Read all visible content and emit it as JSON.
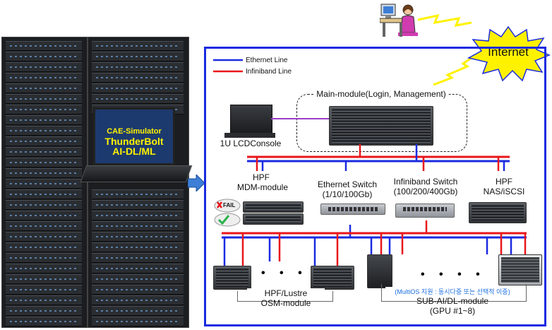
{
  "rack_screen": {
    "line1": "CAE-Simulator",
    "line2": "ThunderBolt",
    "line3": "AI-DL/ML"
  },
  "internet_label": "Internet",
  "legend": {
    "ethernet": "Ethernet Line",
    "infiniband": "Infiniband Line"
  },
  "nodes": {
    "main_module": "Main-module(Login, Management)",
    "lcd_console": "1U LCDConsole",
    "hpf_mdm_line1": "HPF",
    "hpf_mdm_line2": "MDM-module",
    "ethernet_switch_line1": "Ethernet Switch",
    "ethernet_switch_line2": "(1/10/100Gb)",
    "infiniband_switch_line1": "Infiniband Switch",
    "infiniband_switch_line2": "(100/200/400Gb)",
    "hpf_nas_line1": "HPF",
    "hpf_nas_line2": "NAS/iSCSI",
    "osm_line1": "HPF/Lustre",
    "osm_line2": "OSM-module",
    "sub_ai_note": "(MultiOS 지원 : 동시다중 또는 선택적 이중)",
    "sub_ai_line1": "SUB-AI/DL-module",
    "sub_ai_line2": "(GPU #1~8)",
    "fail_text": "FAIL",
    "dots": "• • • •"
  },
  "colors": {
    "ethernet": "#1a2be0",
    "infiniband": "#e8161b",
    "console_link": "#9b3cc4",
    "frame": "#1a2be0",
    "internet_burst": "#fff200",
    "note_text": "#1e6fe0"
  },
  "icons": [
    "user-at-computer-icon",
    "lightning-icon",
    "arrow-right-icon",
    "fail-check-icon"
  ]
}
